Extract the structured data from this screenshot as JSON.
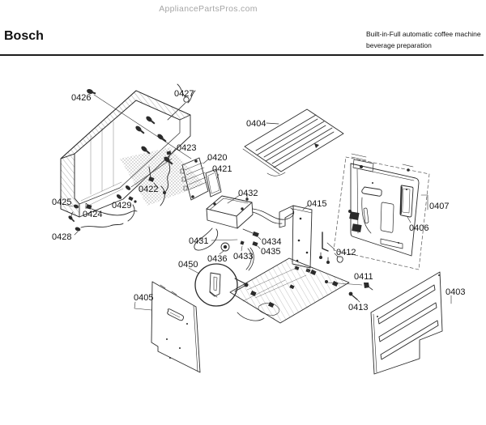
{
  "site": {
    "watermark": "AppliancePartsPros.com"
  },
  "header": {
    "brand": "Bosch",
    "title_line1": "Built-in-Full automatic coffee machine",
    "title_line2": "beverage preparation"
  },
  "diagram": {
    "parts": [
      "0426",
      "0427",
      "0423",
      "0420",
      "0421",
      "0422",
      "0429",
      "0425",
      "0424",
      "0428",
      "0404",
      "0432",
      "0431",
      "0436",
      "0433",
      "0434",
      "0435",
      "0415",
      "0450",
      "0407",
      "0406",
      "0412",
      "0411",
      "0413",
      "0405",
      "0403"
    ]
  },
  "colors": {
    "line": "#2b2b2b",
    "watermark": "#a6a6a6",
    "rule": "#1c1c1c",
    "background": "#ffffff"
  }
}
